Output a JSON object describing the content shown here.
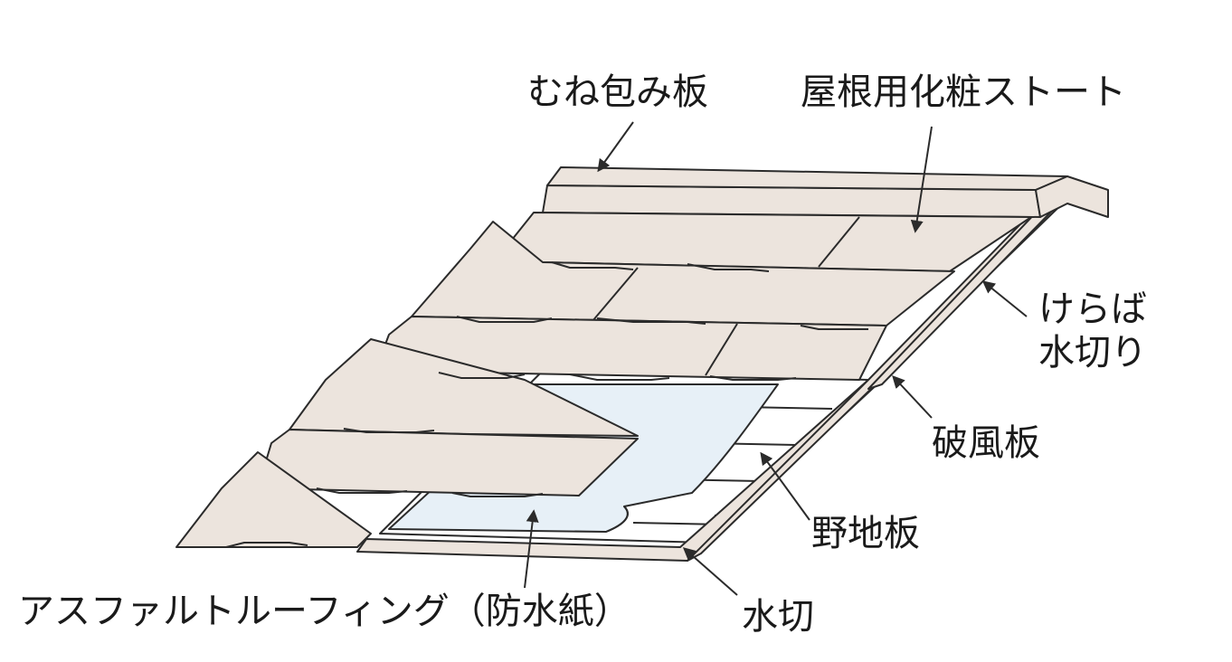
{
  "labels": {
    "ridge_cover": "むね包み板",
    "slate": "屋根用化粧ストート",
    "keraba_line1": "けらば",
    "keraba_line2": "水切り",
    "bargeboard": "破風板",
    "sheathing": "野地板",
    "underlayment": "アスファルトルーフィング（防水紙）",
    "drip_edge": "水切"
  },
  "colors": {
    "slate": "#ece4dd",
    "underlayment": "#e7f0f7",
    "sheathing": "#ffffff",
    "edge_board": "#ece4dd",
    "line": "#2b2b2b"
  }
}
